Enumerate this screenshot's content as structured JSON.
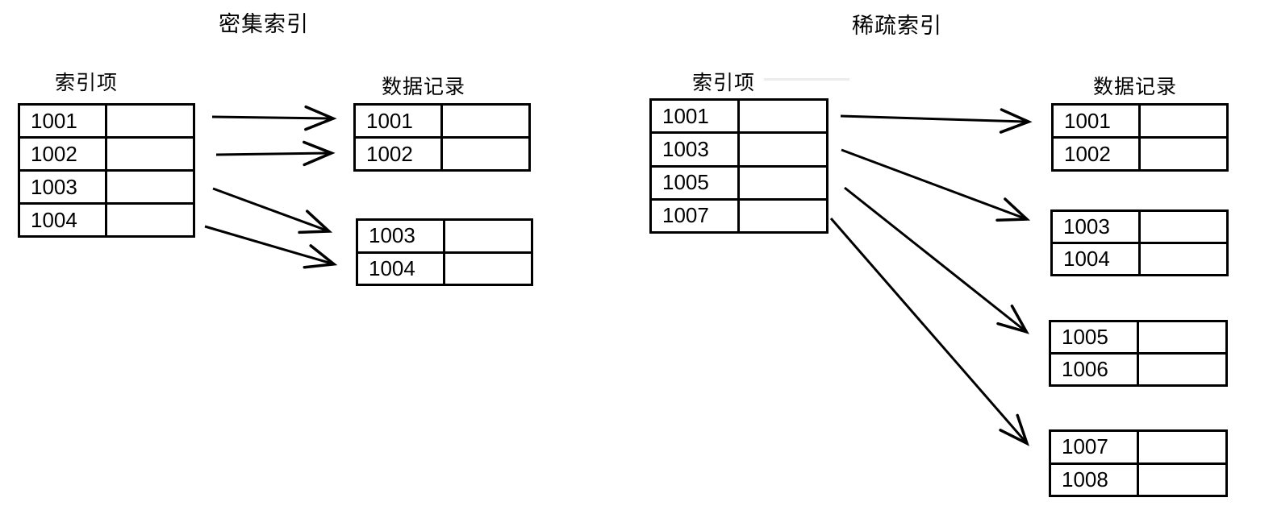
{
  "dense": {
    "title": "密集索引",
    "index_label": "索引项",
    "data_label": "数据记录",
    "index_entries": [
      "1001",
      "1002",
      "1003",
      "1004"
    ],
    "data_blocks": [
      [
        "1001",
        "1002"
      ],
      [
        "1003",
        "1004"
      ]
    ]
  },
  "sparse": {
    "title": "稀疏索引",
    "index_label": "索引项",
    "data_label": "数据记录",
    "index_entries": [
      "1001",
      "1003",
      "1005",
      "1007"
    ],
    "data_blocks": [
      [
        "1001",
        "1002"
      ],
      [
        "1003",
        "1004"
      ],
      [
        "1005",
        "1006"
      ],
      [
        "1007",
        "1008"
      ]
    ]
  },
  "colors": {
    "line": "#000000",
    "text": "#000000",
    "background": "#ffffff"
  }
}
